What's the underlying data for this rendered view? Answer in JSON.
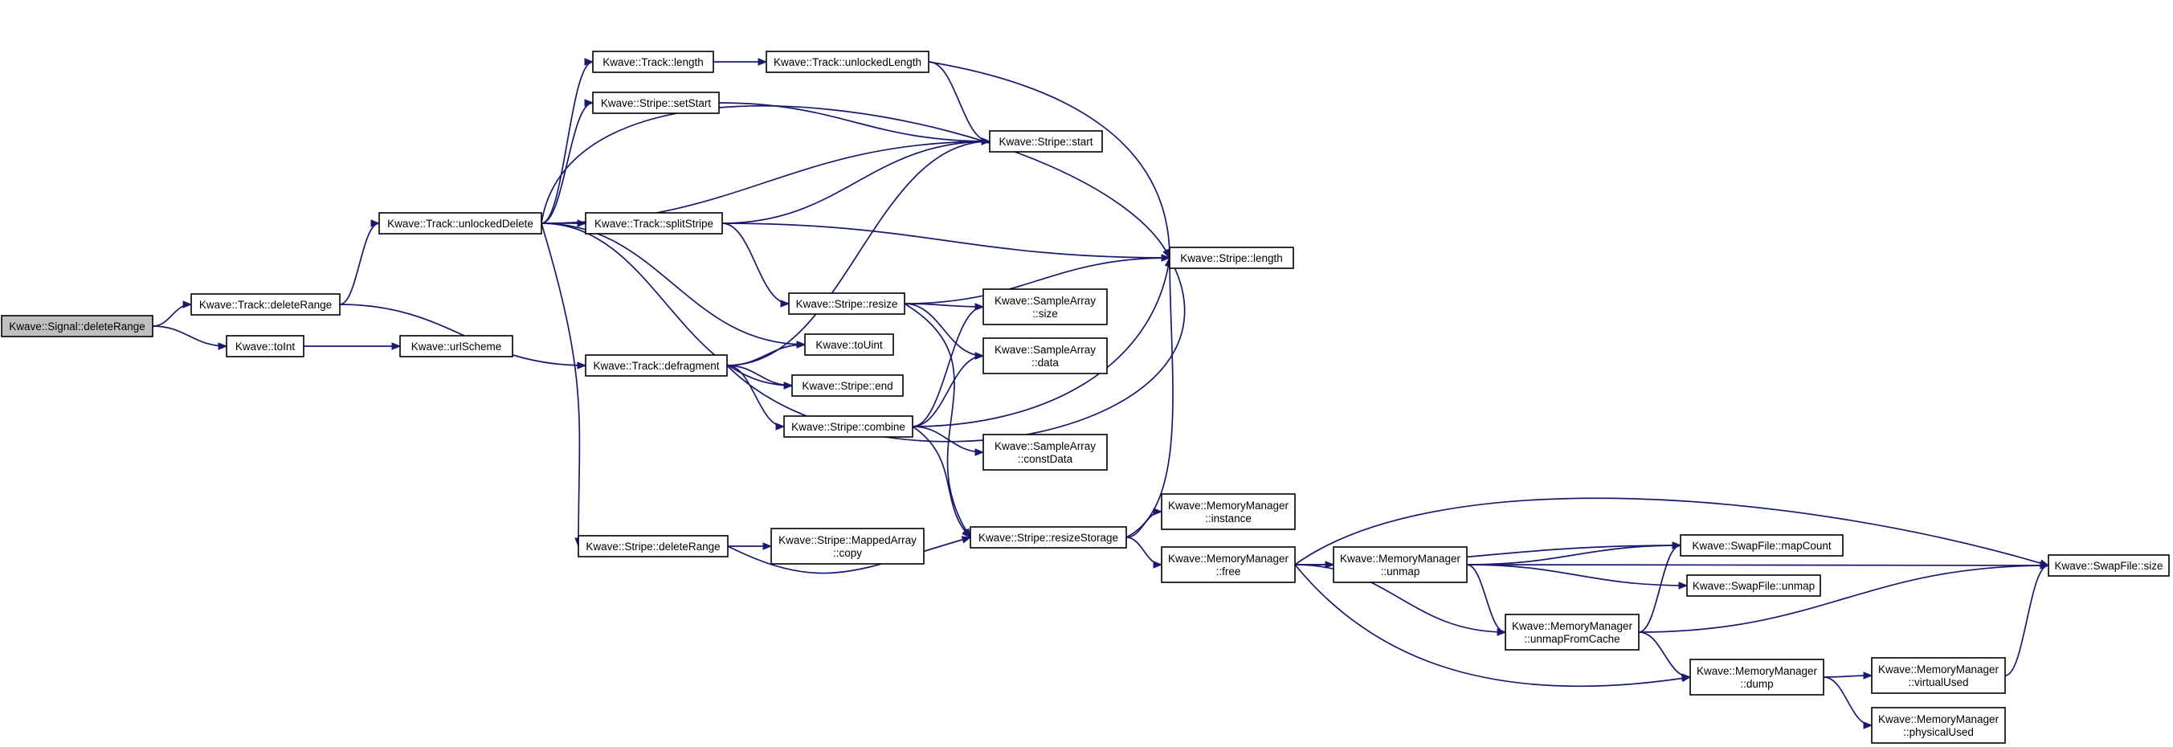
{
  "nodes": [
    {
      "id": "signal_deleteRange",
      "lines": [
        "Kwave::Signal::deleteRange"
      ],
      "root": true
    },
    {
      "id": "track_deleteRange",
      "lines": [
        "Kwave::Track::deleteRange"
      ]
    },
    {
      "id": "toInt",
      "lines": [
        "Kwave::toInt"
      ]
    },
    {
      "id": "urlScheme",
      "lines": [
        "Kwave::urlScheme"
      ]
    },
    {
      "id": "track_unlockedDelete",
      "lines": [
        "Kwave::Track::unlockedDelete"
      ]
    },
    {
      "id": "track_length",
      "lines": [
        "Kwave::Track::length"
      ]
    },
    {
      "id": "track_unlockedLength",
      "lines": [
        "Kwave::Track::unlockedLength"
      ]
    },
    {
      "id": "stripe_setStart",
      "lines": [
        "Kwave::Stripe::setStart"
      ]
    },
    {
      "id": "stripe_start",
      "lines": [
        "Kwave::Stripe::start"
      ]
    },
    {
      "id": "track_splitStripe",
      "lines": [
        "Kwave::Track::splitStripe"
      ]
    },
    {
      "id": "stripe_length",
      "lines": [
        "Kwave::Stripe::length"
      ]
    },
    {
      "id": "stripe_resize",
      "lines": [
        "Kwave::Stripe::resize"
      ]
    },
    {
      "id": "samplearray_size",
      "lines": [
        "Kwave::SampleArray",
        "::size"
      ]
    },
    {
      "id": "track_defragment",
      "lines": [
        "Kwave::Track::defragment"
      ]
    },
    {
      "id": "toUint",
      "lines": [
        "Kwave::toUint"
      ]
    },
    {
      "id": "samplearray_data",
      "lines": [
        "Kwave::SampleArray",
        "::data"
      ]
    },
    {
      "id": "stripe_end",
      "lines": [
        "Kwave::Stripe::end"
      ]
    },
    {
      "id": "stripe_combine",
      "lines": [
        "Kwave::Stripe::combine"
      ]
    },
    {
      "id": "samplearray_constData",
      "lines": [
        "Kwave::SampleArray",
        "::constData"
      ]
    },
    {
      "id": "mm_instance",
      "lines": [
        "Kwave::MemoryManager",
        "::instance"
      ]
    },
    {
      "id": "stripe_deleteRange",
      "lines": [
        "Kwave::Stripe::deleteRange"
      ]
    },
    {
      "id": "mappedarray_copy",
      "lines": [
        "Kwave::Stripe::MappedArray",
        "::copy"
      ]
    },
    {
      "id": "stripe_resizeStorage",
      "lines": [
        "Kwave::Stripe::resizeStorage"
      ]
    },
    {
      "id": "mm_free",
      "lines": [
        "Kwave::MemoryManager",
        "::free"
      ]
    },
    {
      "id": "mm_unmap",
      "lines": [
        "Kwave::MemoryManager",
        "::unmap"
      ]
    },
    {
      "id": "swap_mapCount",
      "lines": [
        "Kwave::SwapFile::mapCount"
      ]
    },
    {
      "id": "swap_size",
      "lines": [
        "Kwave::SwapFile::size"
      ]
    },
    {
      "id": "swap_unmap",
      "lines": [
        "Kwave::SwapFile::unmap"
      ]
    },
    {
      "id": "mm_unmapFromCache",
      "lines": [
        "Kwave::MemoryManager",
        "::unmapFromCache"
      ]
    },
    {
      "id": "mm_dump",
      "lines": [
        "Kwave::MemoryManager",
        "::dump"
      ]
    },
    {
      "id": "mm_virtualUsed",
      "lines": [
        "Kwave::MemoryManager",
        "::virtualUsed"
      ]
    },
    {
      "id": "mm_physicalUsed",
      "lines": [
        "Kwave::MemoryManager",
        "::physicalUsed"
      ]
    }
  ],
  "edges": [
    [
      "signal_deleteRange",
      "track_deleteRange"
    ],
    [
      "signal_deleteRange",
      "toInt"
    ],
    [
      "toInt",
      "urlScheme"
    ],
    [
      "track_deleteRange",
      "track_unlockedDelete"
    ],
    [
      "track_deleteRange",
      "track_defragment"
    ],
    [
      "track_unlockedDelete",
      "track_length"
    ],
    [
      "track_unlockedDelete",
      "stripe_setStart"
    ],
    [
      "track_unlockedDelete",
      "stripe_start"
    ],
    [
      "track_unlockedDelete",
      "track_splitStripe"
    ],
    [
      "track_unlockedDelete",
      "stripe_length"
    ],
    [
      "track_unlockedDelete",
      "toUint"
    ],
    [
      "track_unlockedDelete",
      "stripe_end"
    ],
    [
      "track_unlockedDelete",
      "stripe_deleteRange"
    ],
    [
      "track_length",
      "track_unlockedLength"
    ],
    [
      "track_unlockedLength",
      "stripe_start"
    ],
    [
      "track_unlockedLength",
      "stripe_length"
    ],
    [
      "stripe_setStart",
      "stripe_start"
    ],
    [
      "track_splitStripe",
      "stripe_start"
    ],
    [
      "track_splitStripe",
      "stripe_length"
    ],
    [
      "track_splitStripe",
      "stripe_resize"
    ],
    [
      "stripe_resize",
      "stripe_length"
    ],
    [
      "stripe_resize",
      "samplearray_size"
    ],
    [
      "stripe_resize",
      "samplearray_data"
    ],
    [
      "stripe_resize",
      "stripe_resizeStorage"
    ],
    [
      "track_defragment",
      "stripe_start"
    ],
    [
      "track_defragment",
      "toUint"
    ],
    [
      "track_defragment",
      "stripe_end"
    ],
    [
      "track_defragment",
      "stripe_combine"
    ],
    [
      "track_defragment",
      "stripe_length"
    ],
    [
      "stripe_combine",
      "samplearray_size"
    ],
    [
      "stripe_combine",
      "samplearray_data"
    ],
    [
      "stripe_combine",
      "stripe_length"
    ],
    [
      "stripe_combine",
      "samplearray_constData"
    ],
    [
      "stripe_combine",
      "stripe_resizeStorage"
    ],
    [
      "stripe_deleteRange",
      "mappedarray_copy"
    ],
    [
      "stripe_deleteRange",
      "stripe_resizeStorage"
    ],
    [
      "stripe_resizeStorage",
      "stripe_length"
    ],
    [
      "stripe_resizeStorage",
      "mm_instance"
    ],
    [
      "stripe_resizeStorage",
      "mm_free"
    ],
    [
      "mm_free",
      "swap_size"
    ],
    [
      "mm_free",
      "swap_mapCount"
    ],
    [
      "mm_free",
      "mm_unmap"
    ],
    [
      "mm_free",
      "mm_unmapFromCache"
    ],
    [
      "mm_free",
      "mm_dump"
    ],
    [
      "mm_unmap",
      "swap_size"
    ],
    [
      "mm_unmap",
      "swap_mapCount"
    ],
    [
      "mm_unmap",
      "swap_unmap"
    ],
    [
      "mm_unmap",
      "mm_unmapFromCache"
    ],
    [
      "mm_unmapFromCache",
      "swap_mapCount"
    ],
    [
      "mm_unmapFromCache",
      "swap_size"
    ],
    [
      "mm_unmapFromCache",
      "mm_dump"
    ],
    [
      "mm_dump",
      "mm_virtualUsed"
    ],
    [
      "mm_dump",
      "mm_physicalUsed"
    ],
    [
      "mm_virtualUsed",
      "swap_size"
    ]
  ]
}
